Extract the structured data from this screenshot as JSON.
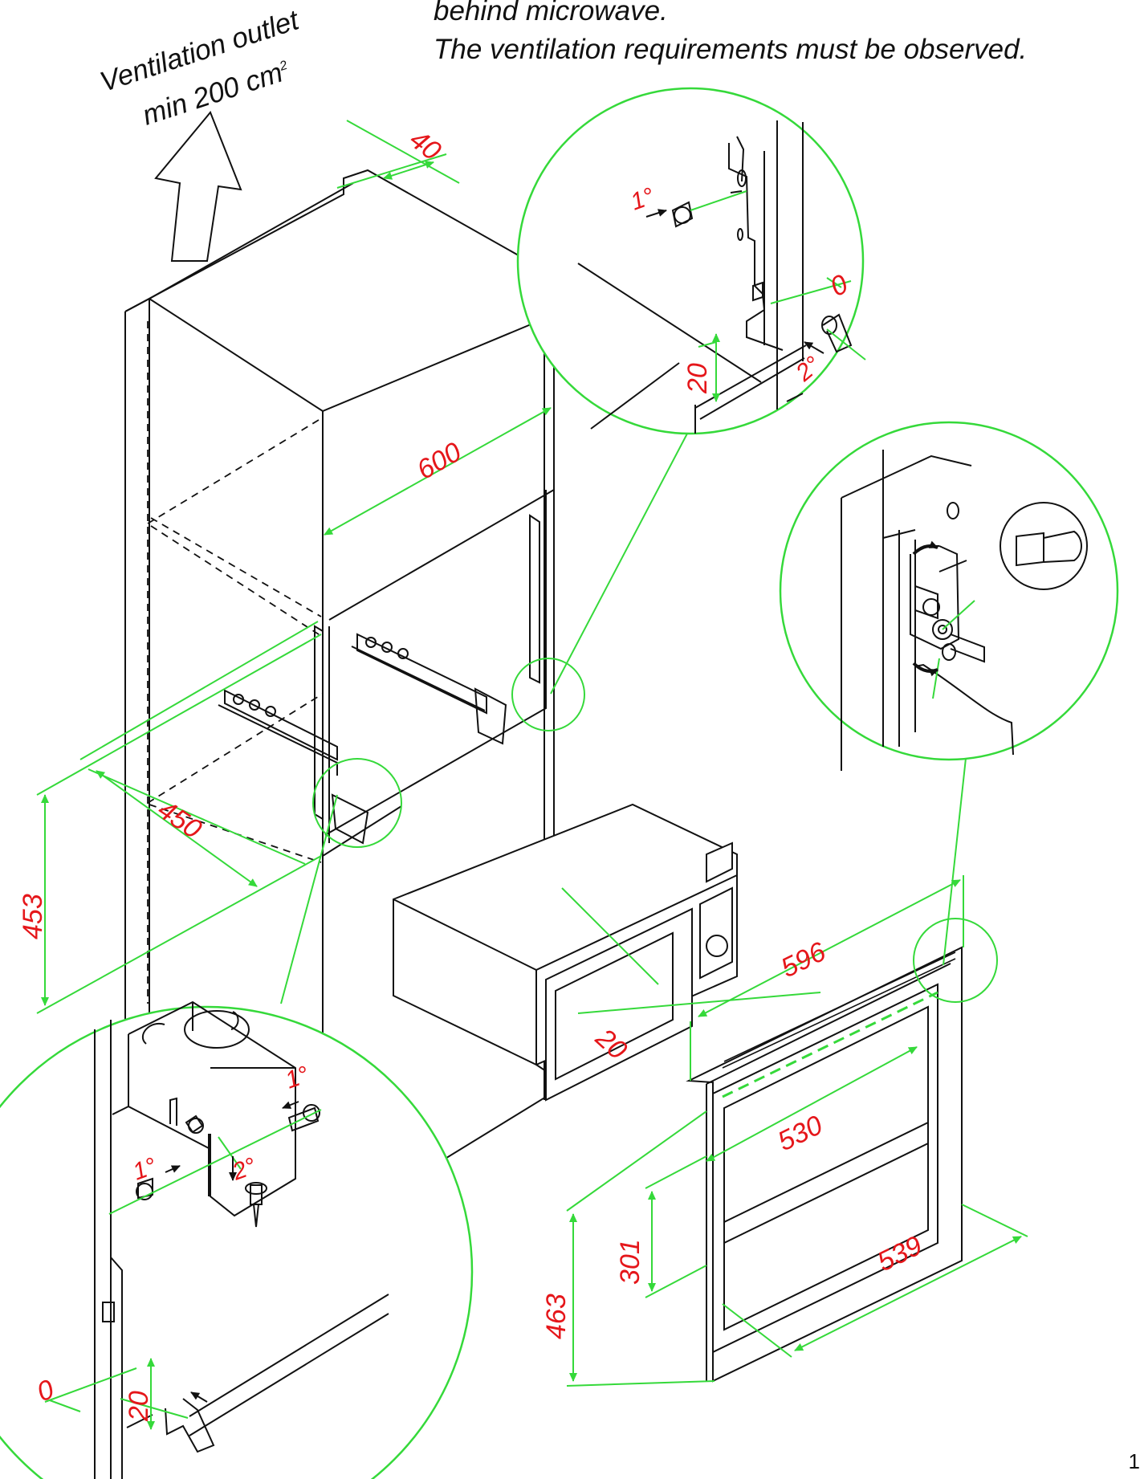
{
  "texts": {
    "note_line1": "behind microwave.",
    "note_line2": "The ventilation requirements must be observed.",
    "vent_line1": "Ventilation outlet",
    "vent_line2": "min 200 cm",
    "vent_sup": "2",
    "page_number": "1"
  },
  "dimensions": {
    "d40": "40",
    "d600": "600",
    "d450": "450",
    "d453": "453",
    "d0_top": "0",
    "d20_top": "20",
    "d596": "596",
    "d20_frame": "20",
    "d530": "530",
    "d301": "301",
    "d463": "463",
    "d539": "539",
    "d0_bottom": "0",
    "d20_bottom": "20"
  },
  "steps": {
    "top_1": "1°",
    "top_2": "2°",
    "bottom_1a": "1°",
    "bottom_1b": "1°",
    "bottom_2": "2°"
  },
  "colors": {
    "dimension_line": "#35d93a",
    "dimension_text": "#e5161a",
    "line_art": "#111111"
  }
}
